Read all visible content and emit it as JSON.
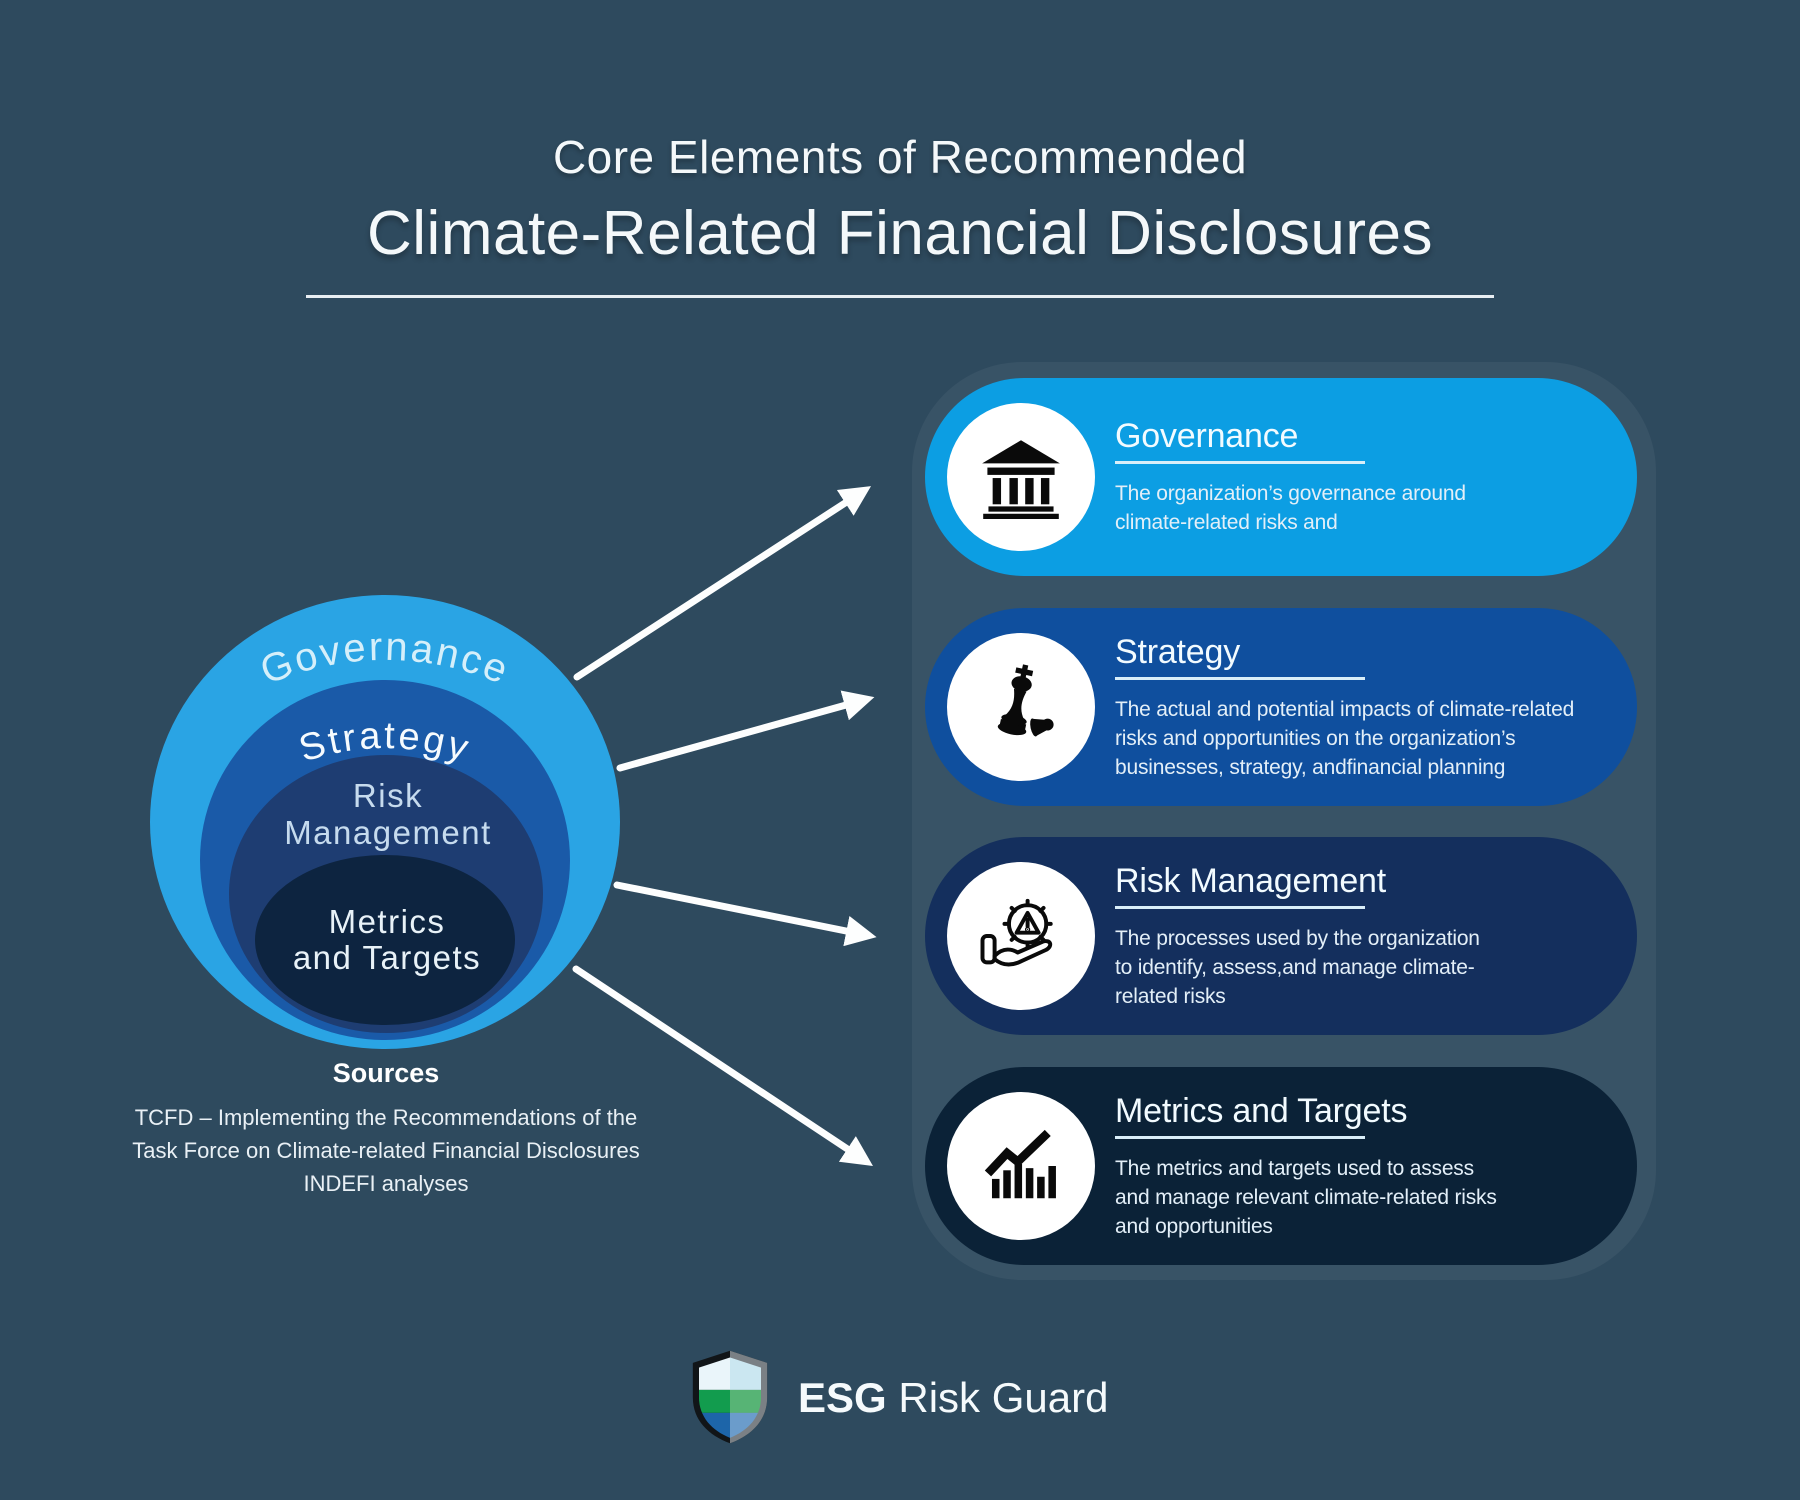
{
  "title": {
    "line1": "Core Elements of Recommended",
    "line2": "Climate-Related Financial Disclosures"
  },
  "diagram": {
    "rings": [
      {
        "label": "Governance",
        "color": "#2AA4E4"
      },
      {
        "label": "Strategy",
        "color": "#1A5AA8"
      },
      {
        "label": "Risk Management",
        "lines": [
          "Risk",
          "Management"
        ],
        "color": "#1E3D72"
      },
      {
        "label": "Metrics and Targets",
        "lines": [
          "Metrics",
          "and Targets"
        ],
        "color": "#0D2440"
      }
    ]
  },
  "cards": [
    {
      "title": "Governance",
      "icon": "bank-icon",
      "color": "#0C9EE3",
      "desc_lines": [
        "The organization’s governance around",
        "climate-related risks and",
        ""
      ]
    },
    {
      "title": "Strategy",
      "icon": "chess-king-icon",
      "color": "#0F4F9E",
      "desc_lines": [
        "The actual and potential impacts of climate-related",
        "risks and opportunities on the organization’s",
        "businesses, strategy, andfinancial planning"
      ]
    },
    {
      "title": "Risk Management",
      "icon": "gear-warning-hand-icon",
      "color": "#142F5D",
      "desc_lines": [
        "The processes used by the organization",
        "to identify, assess,and manage climate-",
        "related risks"
      ]
    },
    {
      "title": "Metrics and Targets",
      "icon": "bar-chart-trend-icon",
      "color": "#0B2237",
      "desc_lines": [
        "The metrics and targets used to assess",
        "and manage relevant climate-related risks",
        "and opportunities"
      ]
    }
  ],
  "sources": {
    "heading": "Sources",
    "lines": [
      "TCFD – Implementing the Recommendations of the",
      "Task Force on Climate-related Financial Disclosures",
      "INDEFI analyses"
    ]
  },
  "logo": {
    "brand_bold": "ESG",
    "brand_rest": " Risk Guard",
    "shield_colors": {
      "border_left": "#111518",
      "border_right": "#7A8085",
      "top_left": "#EAF5FA",
      "top_right": "#CBE7F1",
      "mid_left": "#129C4E",
      "mid_right": "#57B475",
      "bottom_left": "#1D65A9",
      "bottom_right": "#6B9CCB"
    }
  },
  "colors": {
    "background": "#2E4A5E",
    "arrow": "#FFFFFF",
    "title_text": "#F4F8FA",
    "card_text": "#E3EFF8",
    "card_band_overlay": "rgba(255,255,255,0.05)"
  }
}
